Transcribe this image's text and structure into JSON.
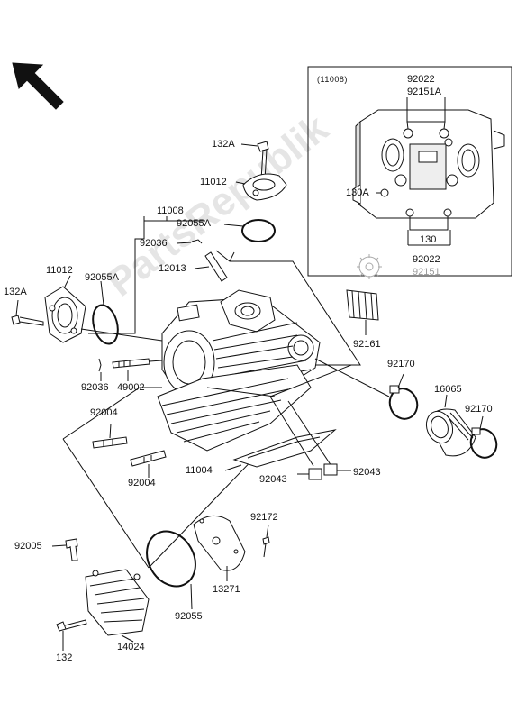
{
  "watermark": "PartsRepublik",
  "colors": {
    "line": "#111111",
    "part_fill": "#ffffff",
    "part_shade": "#d8d8d8",
    "grey_label": "#9a9a9a",
    "watermark": "#bdbdbd"
  },
  "icons": [
    "direction-arrow-icon",
    "gear-icon"
  ],
  "inset": {
    "title": "(11008)",
    "labels": {
      "p92022_top": "92022",
      "p92151a": "92151A",
      "p130a": "130A",
      "p130": "130",
      "p92022_bottom": "92022",
      "p92151": "92151"
    }
  },
  "labels": {
    "p132a_top": "132A",
    "p11012_top": "11012",
    "p11008": "11008",
    "p92055a_top": "92055A",
    "p92036_top": "92036",
    "p12013": "12013",
    "p11012_left": "11012",
    "p92055a_left": "92055A",
    "p132a_left": "132A",
    "p92036_bottom": "92036",
    "p49002": "49002",
    "p92161": "92161",
    "p92170_a": "92170",
    "p16065": "16065",
    "p92170_b": "92170",
    "p92004_a": "92004",
    "p92004_b": "92004",
    "p11004": "11004",
    "p92043_a": "92043",
    "p92043_b": "92043",
    "p92172": "92172",
    "p92005": "92005",
    "p13271": "13271",
    "p92055": "92055",
    "p132": "132",
    "p14024": "14024"
  }
}
